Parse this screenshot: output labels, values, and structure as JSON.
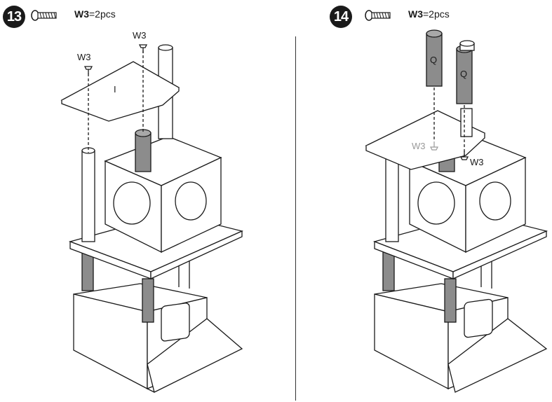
{
  "steps": [
    {
      "number": "13",
      "part_code": "W3",
      "quantity": "=2pcs",
      "callouts": [
        "W3",
        "W3"
      ],
      "panel_label": "I"
    },
    {
      "number": "14",
      "part_code": "W3",
      "quantity": "=2pcs",
      "callouts": [
        "W3",
        "W3"
      ],
      "post_labels": [
        "Q",
        "Q"
      ]
    }
  ],
  "colors": {
    "ink": "#1a1a1a",
    "post_fill": "#8c8c8c",
    "hint": "#9a9a9a"
  }
}
